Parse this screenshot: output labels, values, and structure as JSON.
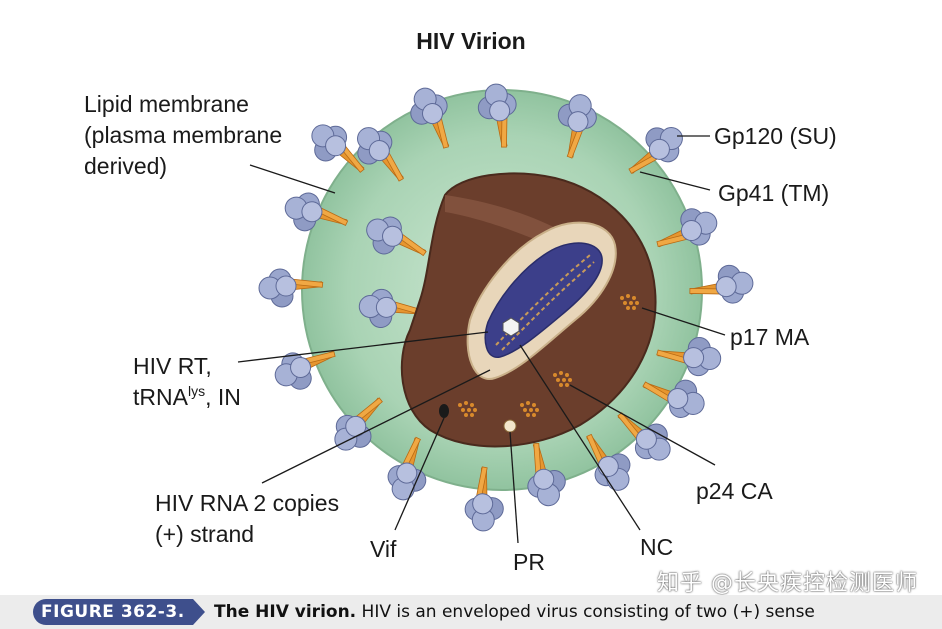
{
  "title": "HIV Virion",
  "labels": {
    "lipid_membrane": [
      "Lipid membrane",
      "(plasma membrane",
      "derived)"
    ],
    "gp120": "Gp120 (SU)",
    "gp41": "Gp41 (TM)",
    "p17": "p17 MA",
    "rt_line1": "HIV RT,",
    "rt_trna": "tRNA",
    "rt_sup": "lys",
    "rt_in": ", IN",
    "rna": [
      "HIV RNA 2 copies",
      "(+) strand"
    ],
    "vif": "Vif",
    "pr": "PR",
    "nc": "NC",
    "p24": "p24 CA"
  },
  "watermark": "知乎 @长央疾控检测医师",
  "caption": {
    "figure": "FIGURE 362-3.",
    "bold": "The HIV virion.",
    "text": " HIV is an enveloped virus consisting of two (+) sense"
  },
  "colors": {
    "envelope": "#a9d3b4",
    "capsid": "#6b3e2c",
    "core_inner": "#e8d6ba",
    "rna_pocket": "#3c3f8a",
    "spike_stalk": "#e6962f",
    "spike_head": "#8f9bc4",
    "caption_tag": "#3e4f8c"
  }
}
